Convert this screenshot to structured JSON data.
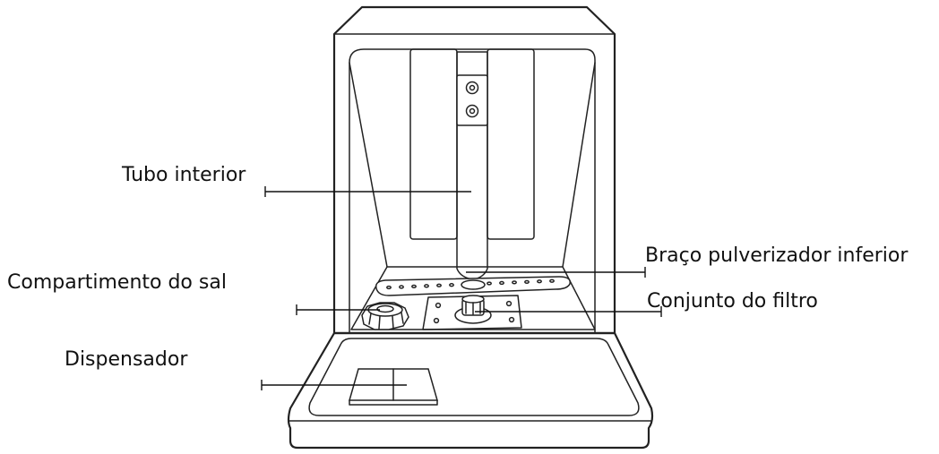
{
  "labels": {
    "inner_tube": "Tubo interior",
    "lower_spray_arm": "Braço pulverizador inferior",
    "salt_compartment": "Compartimento do sal",
    "filter_assembly": "Conjunto do filtro",
    "dispenser": "Dispensador"
  }
}
